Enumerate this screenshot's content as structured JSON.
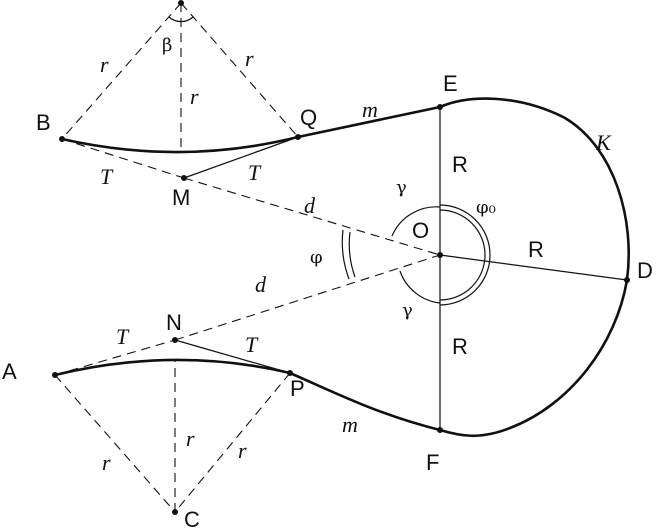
{
  "points": {
    "A": "A",
    "B": "B",
    "C": "C",
    "D": "D",
    "E": "E",
    "F": "F",
    "M": "M",
    "N": "N",
    "O": "O",
    "P": "P",
    "Q": "Q"
  },
  "segment_labels": {
    "r": "r",
    "R": "R",
    "T": "T",
    "m": "m",
    "d": "d",
    "K": "K"
  },
  "angles": {
    "beta": "β",
    "gamma": "γ",
    "phi": "φ",
    "phi0": "φ₀"
  }
}
